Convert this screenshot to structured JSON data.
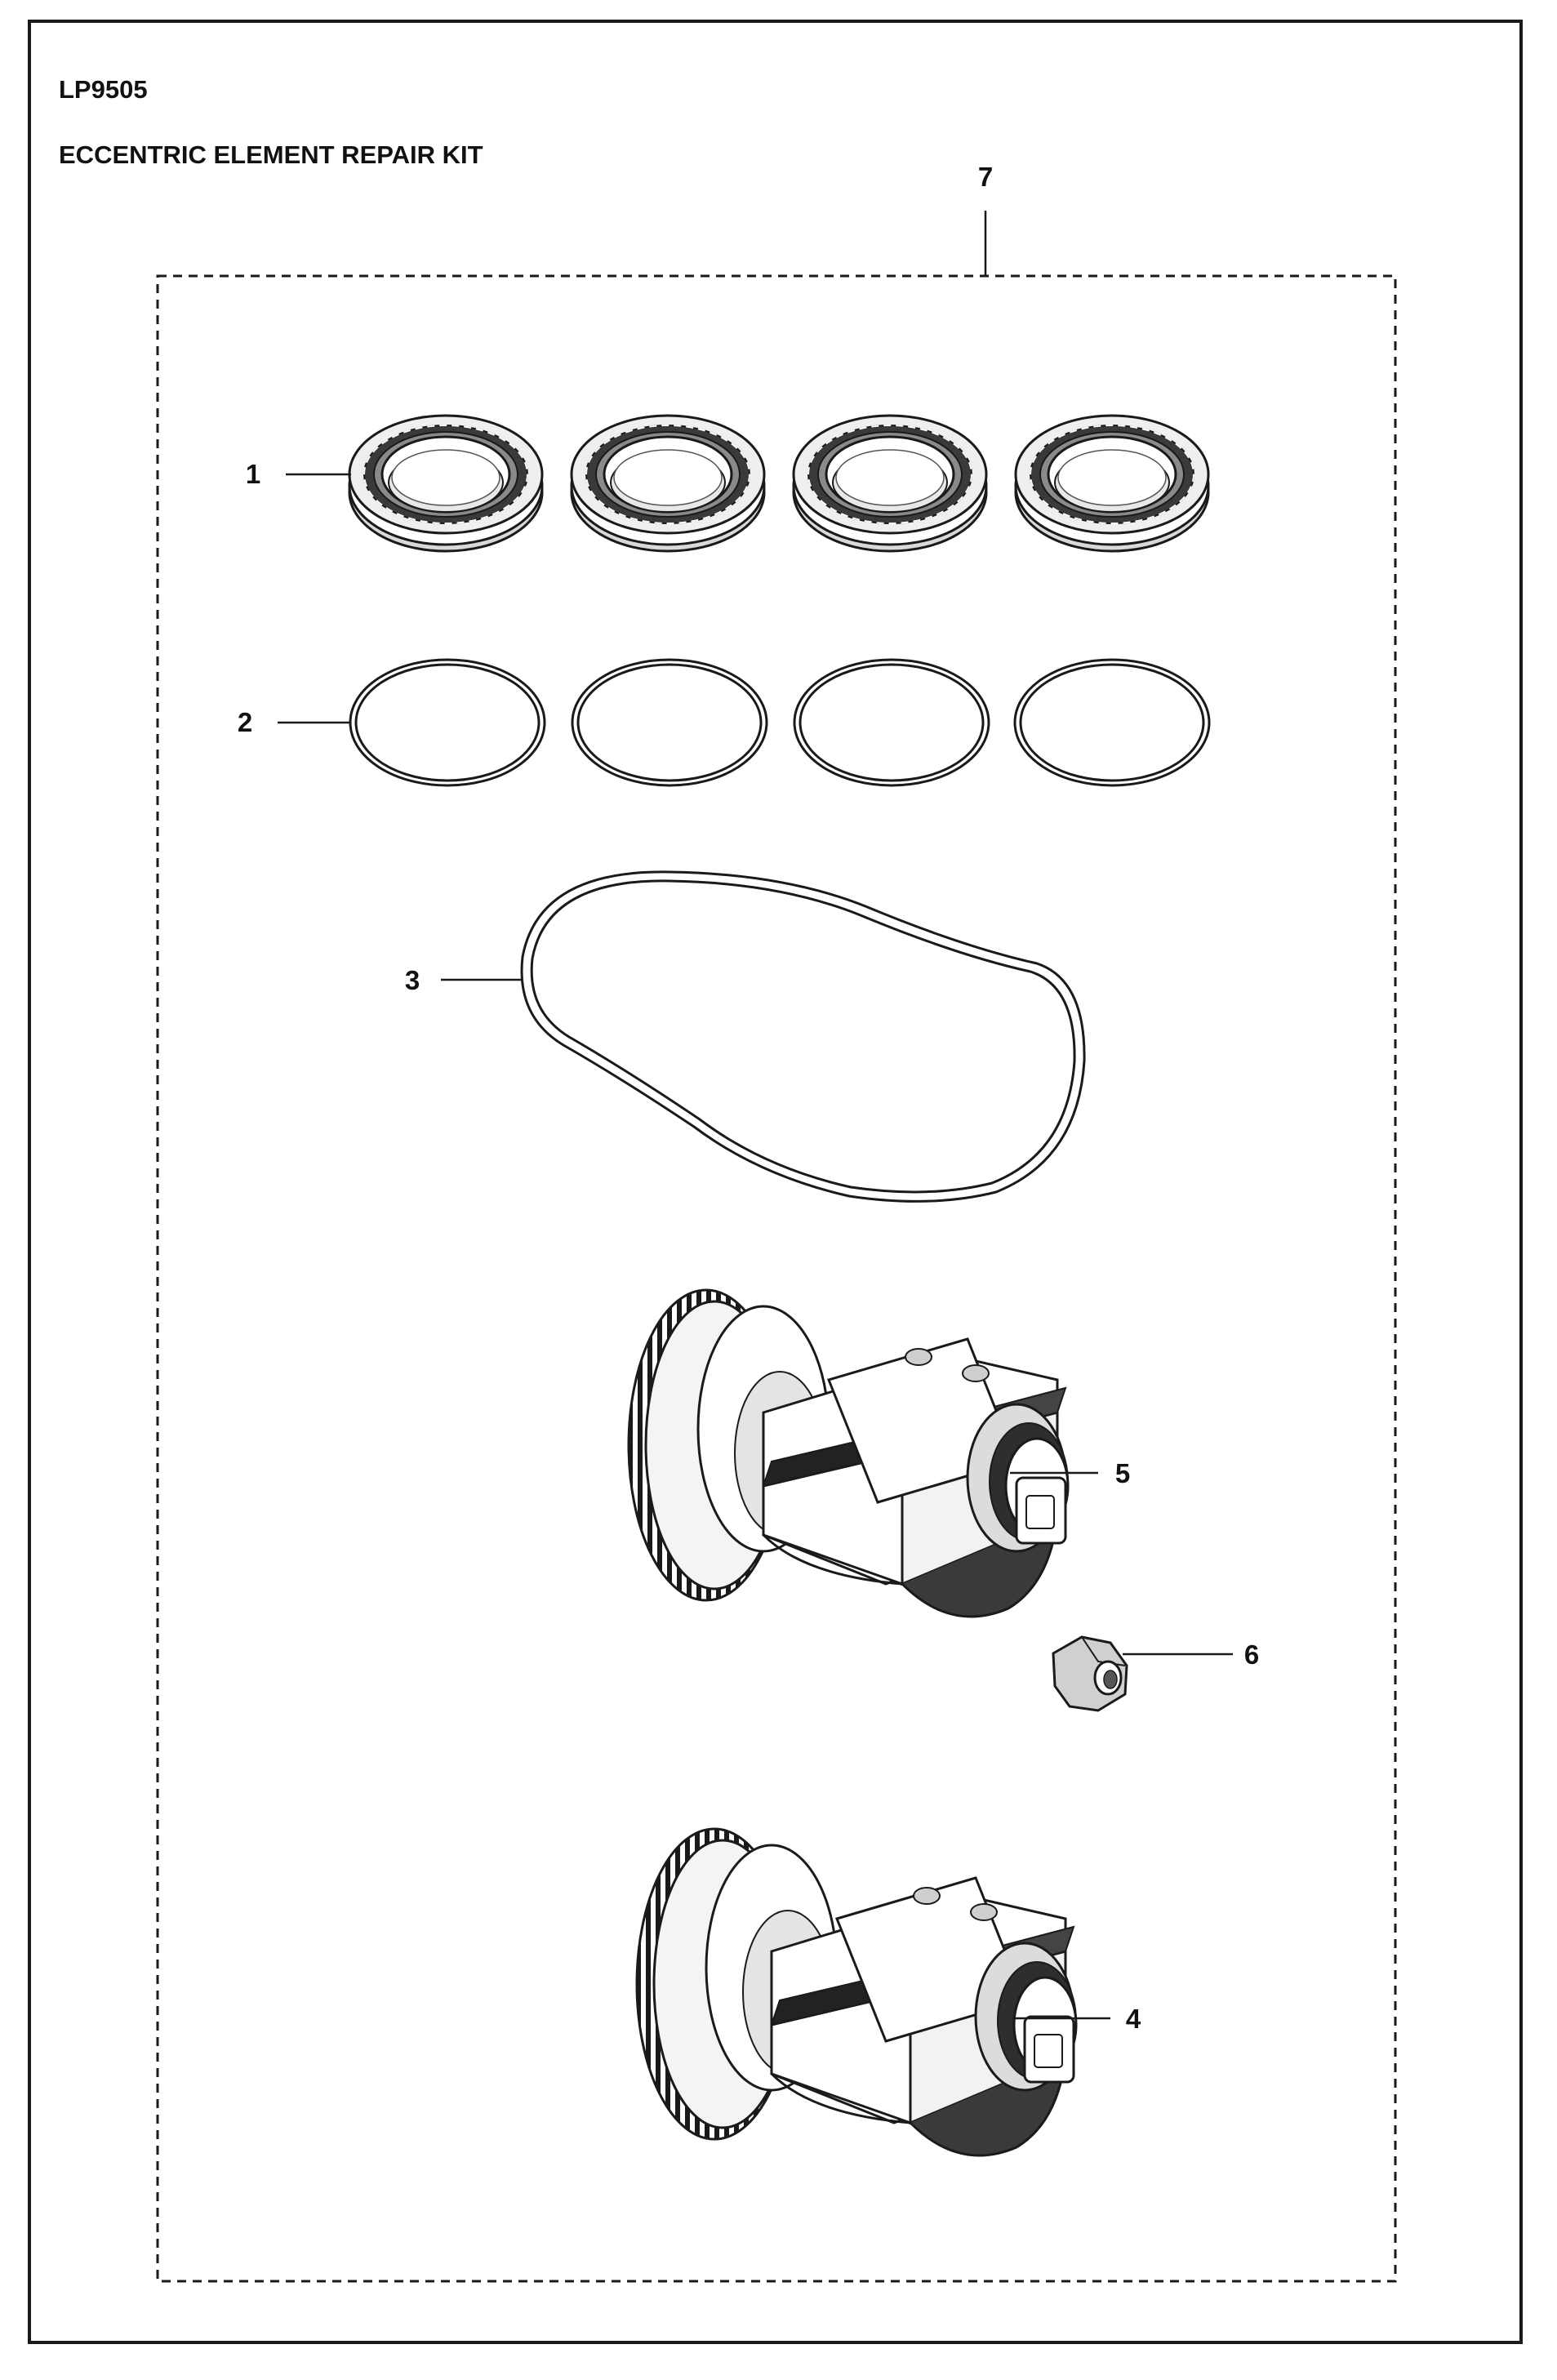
{
  "header": {
    "code": "LP9505",
    "title": "ECCENTRIC ELEMENT REPAIR KIT"
  },
  "callouts": {
    "c1": "1",
    "c2": "2",
    "c3": "3",
    "c4": "4",
    "c5": "5",
    "c6": "6",
    "c7": "7"
  },
  "parts": [
    {
      "callout": "1",
      "icon": "bearing-icon",
      "quantity_shown": 4
    },
    {
      "callout": "2",
      "icon": "o-ring-icon",
      "quantity_shown": 4
    },
    {
      "callout": "3",
      "icon": "gasket-icon",
      "quantity_shown": 1
    },
    {
      "callout": "4",
      "icon": "eccentric-element-icon",
      "quantity_shown": 1
    },
    {
      "callout": "5",
      "icon": "eccentric-element-icon",
      "quantity_shown": 1
    },
    {
      "callout": "6",
      "icon": "nut-icon",
      "quantity_shown": 1
    },
    {
      "callout": "7",
      "icon": "kit-boundary",
      "quantity_shown": 1
    }
  ],
  "colors": {
    "line": "#1a1a1a",
    "light_fill": "#ececec",
    "mid_fill": "#cfcfcf",
    "dark_fill": "#3a3a3a"
  }
}
